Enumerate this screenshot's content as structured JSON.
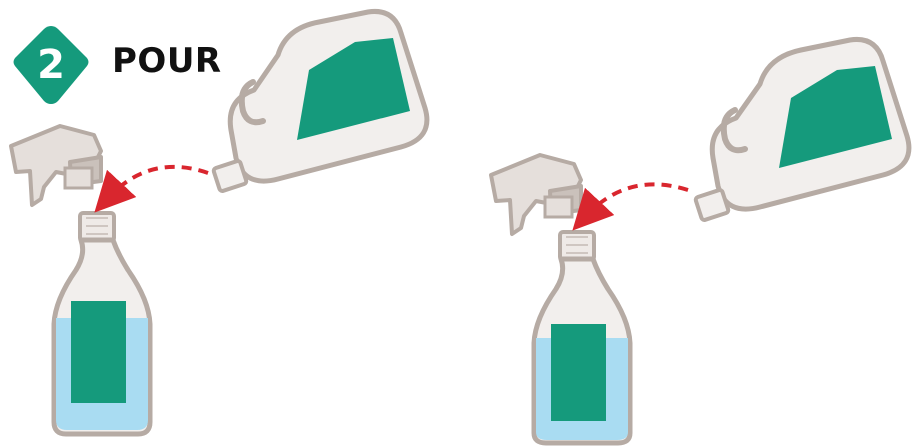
{
  "step": {
    "number": "2",
    "title": "POUR"
  },
  "colors": {
    "accent_green": "#159a7c",
    "outline": "#b6aba4",
    "container_fill": "#f2efed",
    "sprayer_fill": "#e5dfdb",
    "sprayer_dark": "#cac1bb",
    "liquid_blue": "#a9dcf2",
    "arrow_red": "#d9262e"
  },
  "scenes": [
    {
      "label_id": "scene-left"
    },
    {
      "label_id": "scene-right"
    }
  ]
}
